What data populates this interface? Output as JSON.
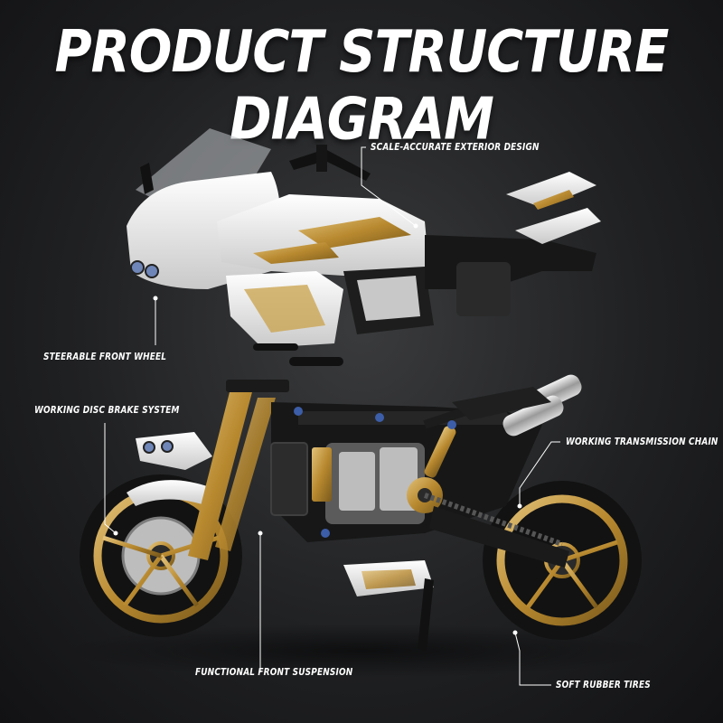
{
  "title": "PRODUCT STRUCTURE DIAGRAM",
  "callouts": {
    "exterior": "SCALE-ACCURATE EXTERIOR DESIGN",
    "steerable": "STEERABLE FRONT WHEEL",
    "brake": "WORKING DISC BRAKE SYSTEM",
    "chain": "WORKING TRANSMISSION CHAIN",
    "suspension": "FUNCTIONAL FRONT SUSPENSION",
    "tires": "SOFT RUBBER TIRES"
  },
  "colors": {
    "background": "#1e1f21",
    "gold": "#c9a24a",
    "white_panel": "#eeeeee",
    "black_frame": "#141414"
  }
}
